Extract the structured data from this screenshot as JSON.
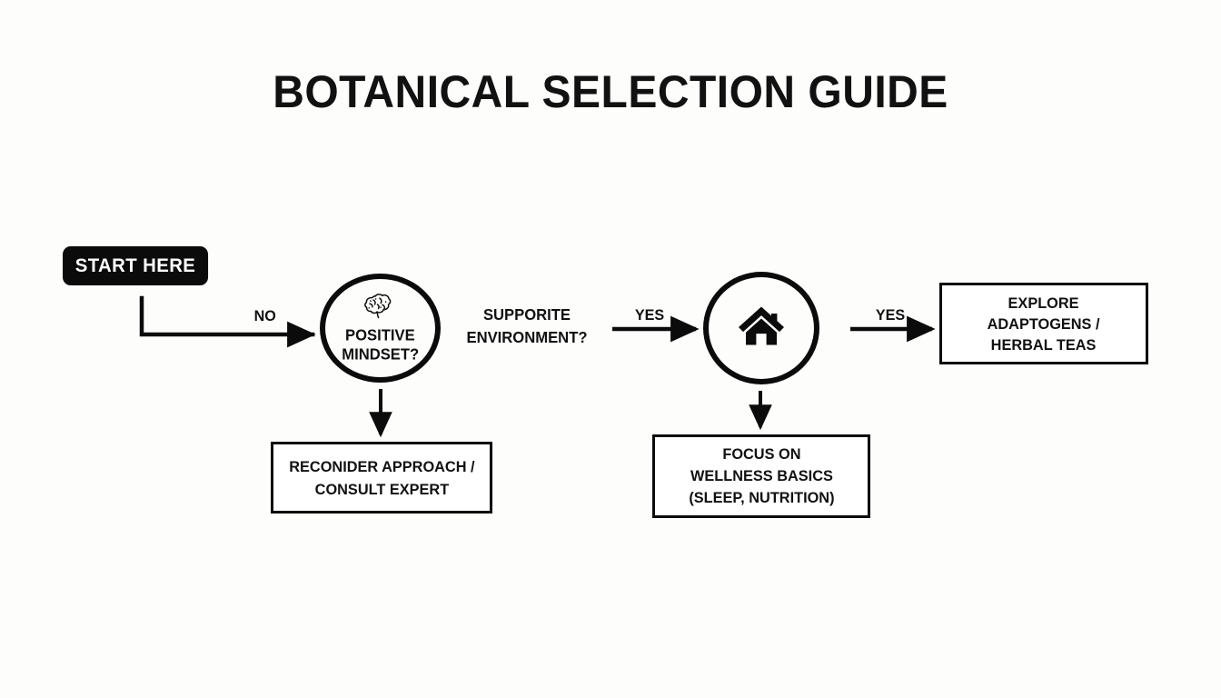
{
  "page": {
    "title": "BOTANICAL SELECTION GUIDE",
    "background_color": "#fdfdfc",
    "ink_color": "#0b0b0b"
  },
  "diagram": {
    "type": "flowchart",
    "orientation": "left-to-right",
    "start": {
      "label": "START HERE",
      "shape": "rounded-rectangle",
      "fill": "#0b0b0b",
      "text_color": "#ffffff"
    },
    "nodes": [
      {
        "id": "mindset",
        "shape": "circle",
        "icon": "brain-icon",
        "label_line_1": "POSITIVE",
        "label_line_2": "MINDSET?"
      },
      {
        "id": "home",
        "shape": "circle",
        "icon": "home-icon",
        "label_line_1": "",
        "label_line_2": ""
      }
    ],
    "boxes": [
      {
        "id": "explore",
        "lines": [
          "EXPLORE",
          "ADAPTOGENS /",
          "HERBAL TEAS"
        ]
      },
      {
        "id": "reconsider",
        "lines": [
          "RECONIDER APPROACH /",
          "CONSULT EXPERT"
        ]
      },
      {
        "id": "focus",
        "lines": [
          "FOCUS ON",
          "WELLNESS BASICS",
          "(SLEEP, NUTRITION)"
        ]
      }
    ],
    "edge_labels": {
      "no": "NO",
      "yes_1": "YES",
      "yes_2": "YES",
      "supportive_line_1": "SUPPORITE",
      "supportive_line_2": "ENVIRONMENT?"
    }
  }
}
